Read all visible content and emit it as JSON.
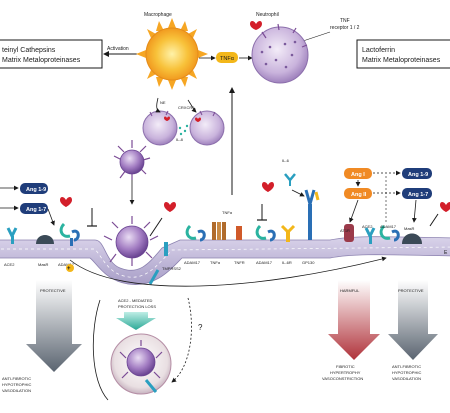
{
  "top": {
    "macrophage": "Macrophage",
    "neutrophil": "Neutrophil",
    "tnf_receptor": "TNF",
    "tnf_receptor_2": "receptor 1 / 2",
    "box_left_line1": "teinyl Cathepsins",
    "box_left_line2": "Matrix Metaloproteinases",
    "box_right_line1": "Lactoferrin",
    "box_right_line2": "Matrix Metaloproteinases",
    "activation": "Activation",
    "tnfa_center": "TNFα",
    "ne": "NE",
    "crxcr1": "CRXCR1",
    "il8": "IL-8"
  },
  "pills": {
    "ang19_left": "Ang 1-9",
    "ang17_left": "Ang 1-7",
    "ang1_right": "Ang I",
    "ang19_right": "Ang 1-9",
    "ang2_right": "Ang II",
    "ang17_right": "Ang 1-7"
  },
  "membrane_labels": {
    "ace2_left": "ACE2",
    "masr_left": "MasR",
    "adam17_left": "ADAM17",
    "tmprss2": "TMPRSS2",
    "adam17_mid": "ADAM17",
    "tnfa_mid": "TNFα",
    "tnfr": "TNFR",
    "adam17_mid2": "ADAM17",
    "il6r": "IL-6R",
    "gp130": "GP130",
    "il6": "IL-6",
    "tnfa_small": "TNFα",
    "at1r": "AT1R",
    "ace2_right": "ACE2",
    "adam17_right": "ADAM17",
    "masr_right": "MasR",
    "edge_e": "E"
  },
  "arrows": {
    "protective_left": "PROTECTIVE",
    "harmful": "HARMFUL",
    "protective_right": "PROTECTIVE",
    "ace2_loss_line1": "ACE2 - MEDIATED",
    "ace2_loss_line2": "PROTECTION LOSS",
    "question": "?"
  },
  "bottom": {
    "left_line1": "ANTI-FIBROTIC",
    "left_line2": "HYPOTROPHIC",
    "left_line3": "VASODILATION",
    "mid_line1": "FIBROTIC",
    "mid_line2": "HYPERTROPHY",
    "mid_line3": "VASOCONSTRICTION",
    "right_line1": "ANTI-FIBROTIC",
    "right_line2": "HYPOTROPHIC",
    "right_line3": "VASODILATION"
  },
  "colors": {
    "navy": "#1f3d7a",
    "orange": "#f08a24",
    "virus": "#8b5aa8",
    "membrane": "#b7aed0",
    "teal": "#2bb3a0",
    "red": "#d31f2a",
    "yellow": "#f3b71a"
  }
}
